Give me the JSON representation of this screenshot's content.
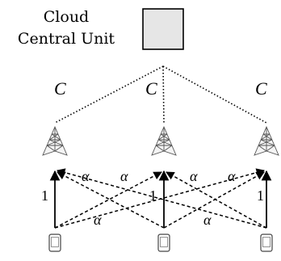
{
  "central_unit": {
    "label_line1": "Cloud",
    "label_line2": "Central Unit",
    "box_fill": "#e6e6e6"
  },
  "fronthaul": {
    "capacity_labels": [
      "C",
      "C",
      "C"
    ]
  },
  "access_points": {
    "count": 3,
    "icon": "antenna-tower-icon"
  },
  "channel_gains": {
    "direct_labels": [
      "1",
      "1",
      "1"
    ],
    "cross_labels_top": [
      "α",
      "α",
      "α",
      "α"
    ],
    "cross_labels_bottom": [
      "α",
      "α"
    ]
  },
  "users": {
    "count": 3,
    "icon": "mobile-phone-icon"
  }
}
